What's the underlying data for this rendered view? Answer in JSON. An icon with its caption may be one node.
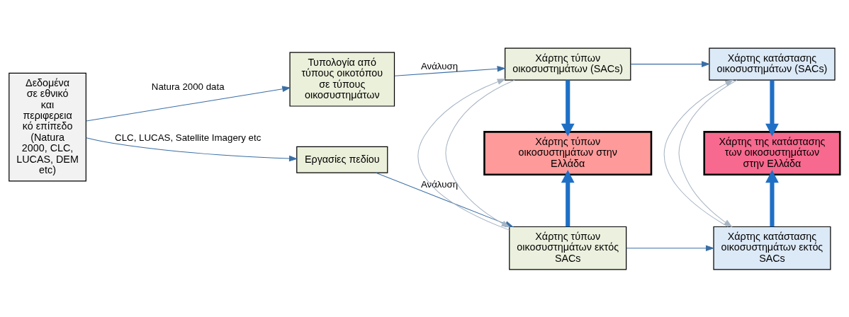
{
  "diagram": {
    "nodes": [
      {
        "text": [
          "Δεδομένα σε εθνικό και περιφερεια κό επίπεδο (Natura 2000, CLC, LUCAS, DEM etc)"
        ]
      },
      {
        "text": [
          "Τυπολογία από τύπους οικοτόπου σε τύπους οικοσυστημάτων"
        ]
      },
      {
        "text": [
          "Εργασίες πεδίου"
        ]
      },
      {
        "text": [
          "Χάρτης τύπων οικοσυστημάτων (SACs)"
        ]
      },
      {
        "text": [
          "Χάρτης τύπων οικοσυστημάτων στην Ελλάδα"
        ]
      },
      {
        "text": [
          "Χάρτης τύπων οικοσυστημάτων εκτός SACs"
        ]
      },
      {
        "text": [
          "Χάρτης κατάστασης οικοσυστημάτων (SACs)"
        ]
      },
      {
        "text": [
          "Χάρτης της κατάστασης των οικοσυστημάτων στην Ελλάδα"
        ]
      },
      {
        "text": [
          "Χάρτης κατάστασης οικοσυστημάτων εκτός SACs"
        ]
      }
    ],
    "edges": [
      {
        "from": 0,
        "to": 1,
        "arrow": "to",
        "label": "Natura 2000 data"
      },
      {
        "from": 0,
        "to": 2,
        "arrow": "to",
        "label": "CLC, LUCAS, Satellite Imagery etc"
      },
      {
        "from": 1,
        "to": 3,
        "arrow": "to",
        "label": "Ανάλυση"
      },
      {
        "from": 2,
        "to": 5,
        "arrow": "to",
        "label": "Ανάλυση"
      },
      {
        "from": 3,
        "to": 6,
        "arrow": "to"
      },
      {
        "from": 5,
        "to": 8,
        "arrow": "to"
      },
      {
        "from": 3,
        "to": 4,
        "arrow": "to",
        "style": "thick",
        "color": "#1f6fc5"
      },
      {
        "from": 5,
        "to": 4,
        "arrow": "to",
        "style": "thick",
        "color": "#1f6fc5"
      },
      {
        "from": 3,
        "to": 5,
        "arrow": "to",
        "color": "#a6b4c4"
      },
      {
        "from": 5,
        "to": 3,
        "arrow": "to",
        "color": "#a6b4c4"
      },
      {
        "from": 6,
        "to": 7,
        "arrow": "to",
        "style": "thick",
        "color": "#1f6fc5"
      },
      {
        "from": 8,
        "to": 7,
        "arrow": "to",
        "style": "thick",
        "color": "#1f6fc5"
      },
      {
        "from": 6,
        "to": 8,
        "arrow": "to",
        "color": "#a6b4c4"
      },
      {
        "from": 8,
        "to": 6,
        "arrow": "to",
        "color": "#a6b4c4"
      }
    ]
  }
}
